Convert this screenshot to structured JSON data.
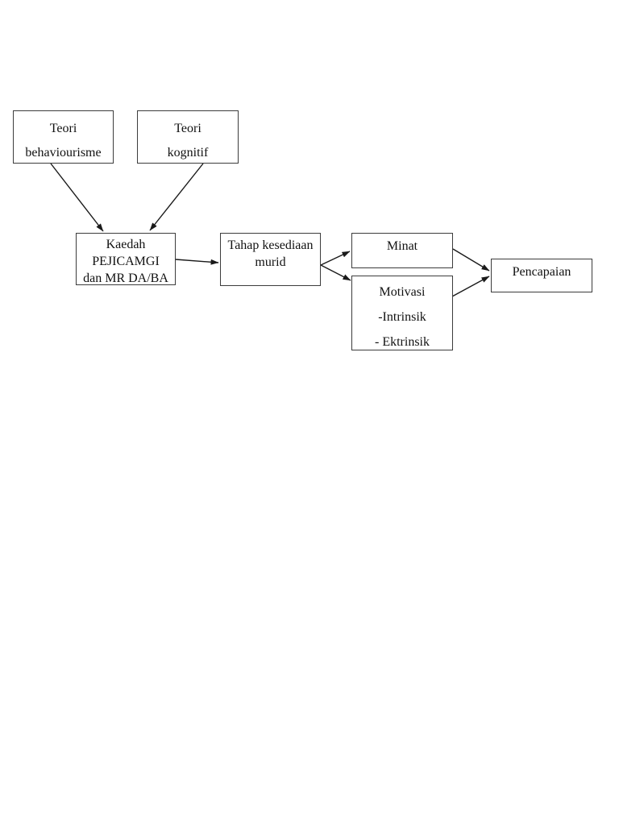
{
  "diagram": {
    "nodes": {
      "teori_behaviourisme": {
        "lines": [
          "Teori",
          "behaviourisme"
        ]
      },
      "teori_kognitif": {
        "lines": [
          "Teori",
          "kognitif"
        ]
      },
      "kaedah": {
        "lines": [
          "Kaedah",
          "PEJICAMGI",
          "dan MR DA/BA"
        ]
      },
      "tahap_kesediaan": {
        "lines": [
          "Tahap kesediaan",
          "murid"
        ]
      },
      "minat": {
        "lines": [
          "Minat"
        ]
      },
      "motivasi": {
        "lines": [
          "Motivasi",
          "-Intrinsik",
          "- Ektrinsik"
        ]
      },
      "pencapaian": {
        "lines": [
          "Pencapaian"
        ]
      }
    },
    "edges": [
      {
        "from": "teori_behaviourisme",
        "to": "kaedah"
      },
      {
        "from": "teori_kognitif",
        "to": "kaedah"
      },
      {
        "from": "kaedah",
        "to": "tahap_kesediaan"
      },
      {
        "from": "tahap_kesediaan",
        "to": "minat"
      },
      {
        "from": "tahap_kesediaan",
        "to": "motivasi"
      },
      {
        "from": "minat",
        "to": "pencapaian"
      },
      {
        "from": "motivasi",
        "to": "pencapaian"
      }
    ],
    "colors": {
      "page_background": "#ffffff",
      "box_border": "#3c3c3c",
      "arrow_line": "#1a1a1a",
      "text": "#111111"
    }
  }
}
